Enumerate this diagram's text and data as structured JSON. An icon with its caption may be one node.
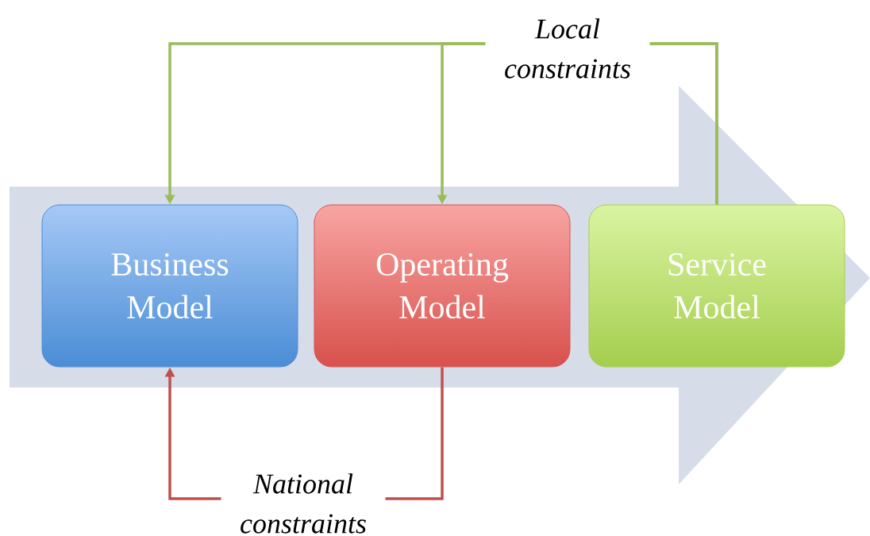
{
  "diagram": {
    "nodes": [
      {
        "text": [],
        "shape": "arrow"
      },
      {
        "text": [
          "Business Model"
        ],
        "in": 0
      },
      {
        "text": [
          "Operating Model"
        ],
        "in": 0
      },
      {
        "text": [
          "Service Model"
        ],
        "in": 0
      }
    ],
    "edges": [
      {
        "from": 3,
        "to": 1,
        "arrow": "to",
        "label": "Local constraints"
      },
      {
        "from": 3,
        "to": 2,
        "arrow": "to"
      },
      {
        "from": 2,
        "to": 1,
        "arrow": "to",
        "label": "National constraints",
        "color": "#c0504d"
      }
    ]
  }
}
